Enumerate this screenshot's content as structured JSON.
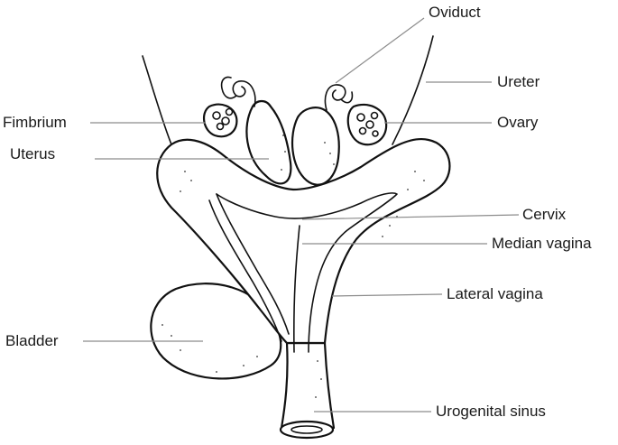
{
  "diagram": {
    "labels": {
      "oviduct": "Oviduct",
      "ureter": "Ureter",
      "fimbrium": "Fimbrium",
      "ovary": "Ovary",
      "uterus": "Uterus",
      "cervix": "Cervix",
      "median_vagina": "Median vagina",
      "lateral_vagina": "Lateral vagina",
      "bladder": "Bladder",
      "urogenital_sinus": "Urogenital sinus"
    },
    "colors": {
      "ink": "#111111",
      "leader_line": "#8c8c8c",
      "label_text": "#1a1a1a",
      "background": "#ffffff"
    }
  }
}
